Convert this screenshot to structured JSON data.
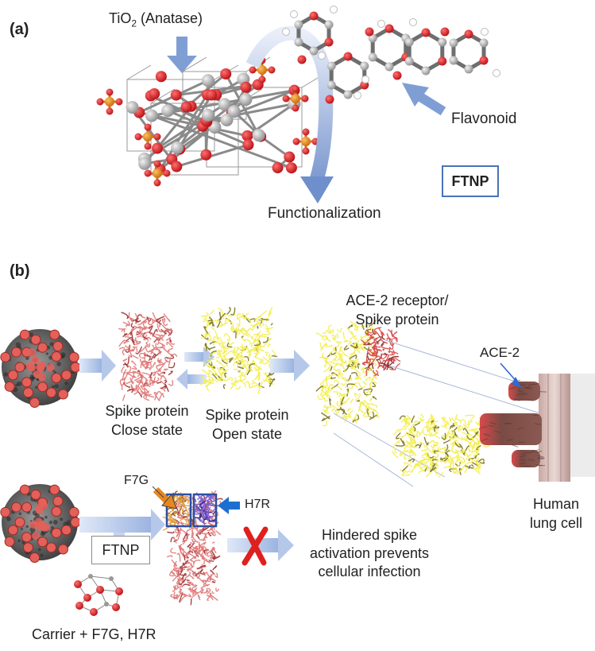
{
  "panel_a": {
    "label": "(a)",
    "tio2_prefix": "TiO",
    "tio2_sub": "2",
    "tio2_suffix": " (Anatase)",
    "flavonoid": "Flavonoid",
    "functionalization": "Functionalization",
    "ftnp": "FTNP"
  },
  "panel_b": {
    "label": "(b)",
    "ace2_receptor_line1": "ACE-2 receptor/",
    "ace2_receptor_line2": "Spike protein",
    "ace2": "ACE-2",
    "spike_close_line1": "Spike protein",
    "spike_close_line2": "Close state",
    "spike_open_line1": "Spike protein",
    "spike_open_line2": "Open state",
    "human_line1": "Human",
    "human_line2": "lung cell",
    "f7g": "F7G",
    "h7r": "H7R",
    "ftnp": "FTNP",
    "carrier": "Carrier + F7G, H7R",
    "hindered_line1": "Hindered spike",
    "hindered_line2": "activation prevents",
    "hindered_line3": "cellular infection"
  },
  "colors": {
    "arrow_blue": "#7f9fd4",
    "oxygen_red": "#d8161b",
    "titanium_grey": "#a9a9ab",
    "phosphate_orange": "#e07f16",
    "spike_red": "#d96a6a",
    "spike_yellow": "#f2ec55",
    "box_blue": "#2e4fa0",
    "f7g_arrow": "#e8871e",
    "h7r_arrow": "#1c6fd1",
    "blocked_x": "#e0201c"
  }
}
